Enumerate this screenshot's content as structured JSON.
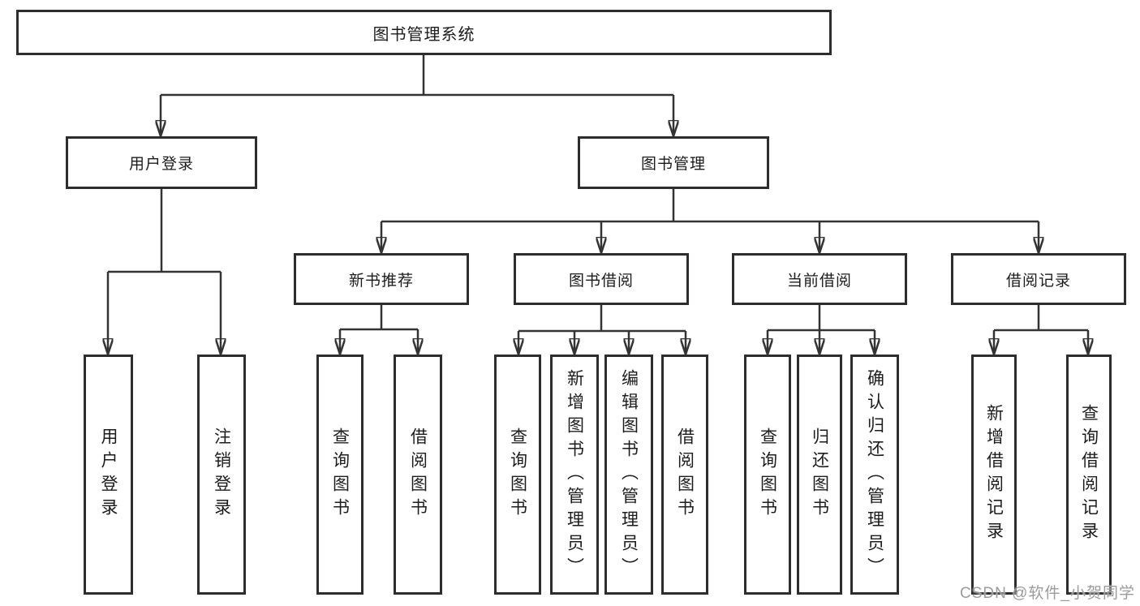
{
  "nodes": {
    "root": {
      "label": "图书管理系统"
    },
    "user_login": {
      "label": "用户登录"
    },
    "book_mgmt": {
      "label": "图书管理"
    },
    "new_book_rec": {
      "label": "新书推荐"
    },
    "book_borrow": {
      "label": "图书借阅"
    },
    "current_borrow": {
      "label": "当前借阅"
    },
    "borrow_records": {
      "label": "借阅记录"
    },
    "leaf_login": {
      "label": "用户登录"
    },
    "leaf_logout": {
      "label": "注销登录"
    },
    "leaf_nbr_query": {
      "label": "查询图书"
    },
    "leaf_nbr_borrow": {
      "label": "借阅图书"
    },
    "leaf_bb_query": {
      "label": "查询图书"
    },
    "leaf_bb_add": {
      "label": "新增图书（管理员）"
    },
    "leaf_bb_edit": {
      "label": "编辑图书（管理员）"
    },
    "leaf_bb_borrow": {
      "label": "借阅图书"
    },
    "leaf_cb_query": {
      "label": "查询图书"
    },
    "leaf_cb_return": {
      "label": "归还图书"
    },
    "leaf_cb_confirm": {
      "label": "确认归还（管理员）"
    },
    "leaf_br_add": {
      "label": "新增借阅记录"
    },
    "leaf_br_query": {
      "label": "查询借阅记录"
    }
  },
  "watermark": {
    "text": "CSDN @软件_小贺同学"
  },
  "colors": {
    "line": "#333333",
    "box_border": "#2d2d2d",
    "text": "#1c1c1c",
    "watermark": "#9b9b9b",
    "background": "#ffffff"
  }
}
